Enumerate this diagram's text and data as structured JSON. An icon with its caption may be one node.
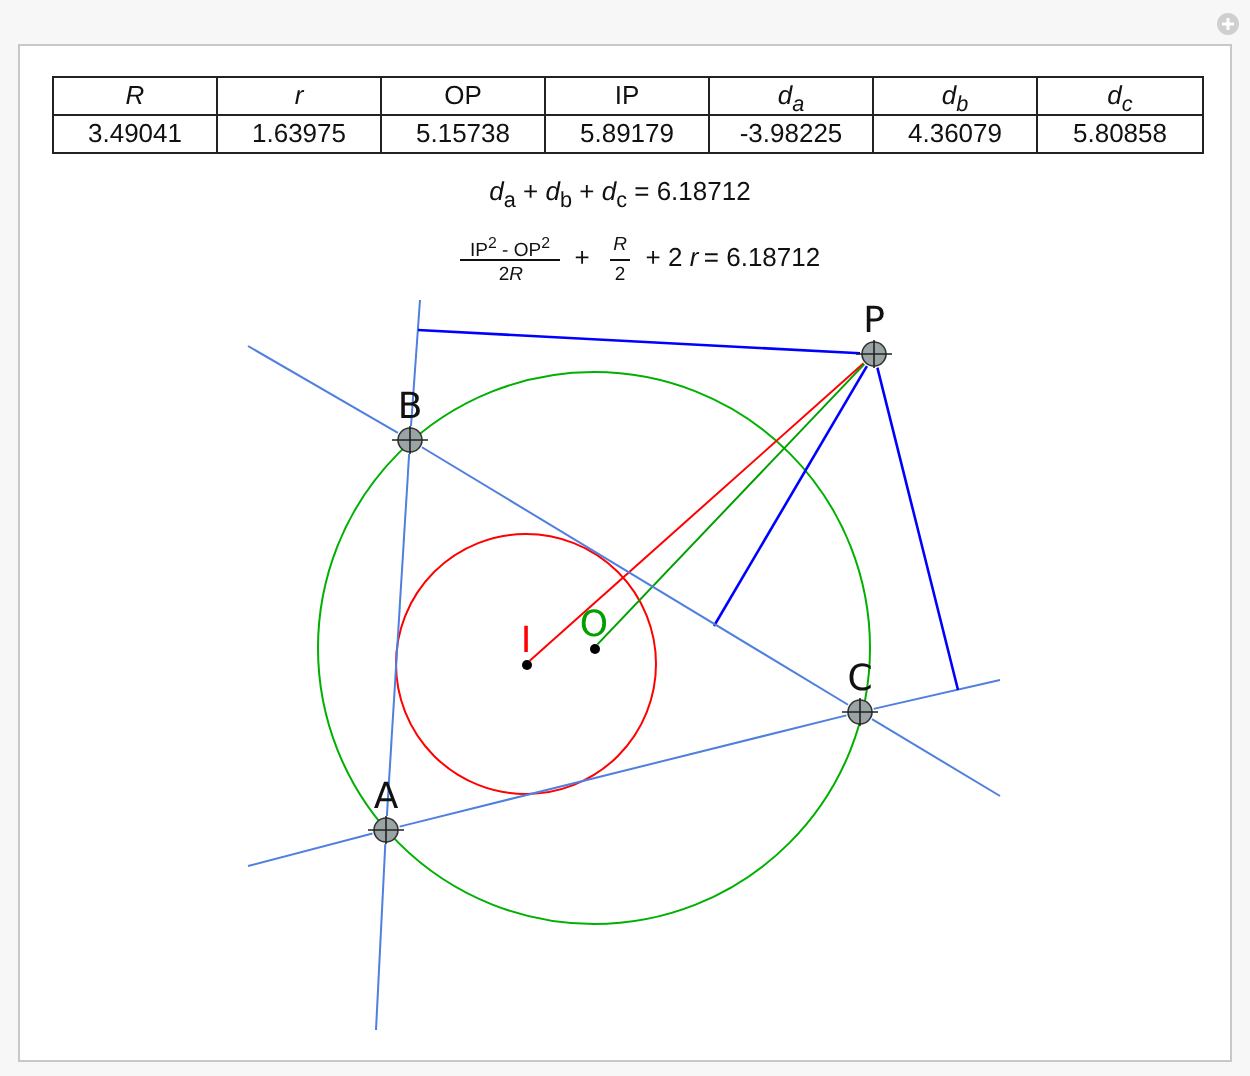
{
  "diagram": {
    "nodes": [
      {
        "text": [
          "P"
        ]
      },
      {
        "text": [
          "B"
        ]
      },
      {
        "text": [
          "A"
        ]
      },
      {
        "text": [
          "C"
        ]
      },
      {
        "text": [
          "I"
        ]
      },
      {
        "text": [
          "O"
        ]
      }
    ],
    "edges": [
      {
        "from": 0,
        "to": 4,
        "arrow": "none",
        "color": "#ff0000"
      },
      {
        "from": 0,
        "to": 5,
        "arrow": "none",
        "color": "#00a000"
      },
      {
        "from": 0,
        "to": null,
        "arrow": "none",
        "color": "#0000ff"
      },
      {
        "from": 0,
        "to": null,
        "arrow": "none",
        "color": "#0000ff"
      },
      {
        "from": 0,
        "to": null,
        "arrow": "none",
        "color": "#0000ff"
      },
      {
        "from": 2,
        "to": 1,
        "arrow": "none",
        "color": "#4f7fdf"
      },
      {
        "from": 1,
        "to": 3,
        "arrow": "none",
        "color": "#4f7fdf"
      },
      {
        "from": 3,
        "to": 2,
        "arrow": "none",
        "color": "#4f7fdf"
      }
    ],
    "labels": [
      "R",
      "r",
      "OP",
      "IP",
      "d$_{a}$",
      "d$_{b}$",
      "d$_{c}$",
      "3.49041",
      "1.63975",
      "5.15738",
      "5.89179",
      "-3.98225",
      "4.36079",
      "5.80858",
      "*d*$_{a}$ + *d*$_{b}$ + *d*$_{c}$ = 6.18712",
      "IP$^{2}$ - OP$^{2}$",
      "2",
      "R",
      "+",
      "R",
      "2",
      "+ 2",
      "r",
      "= 6.18712"
    ]
  }
}
